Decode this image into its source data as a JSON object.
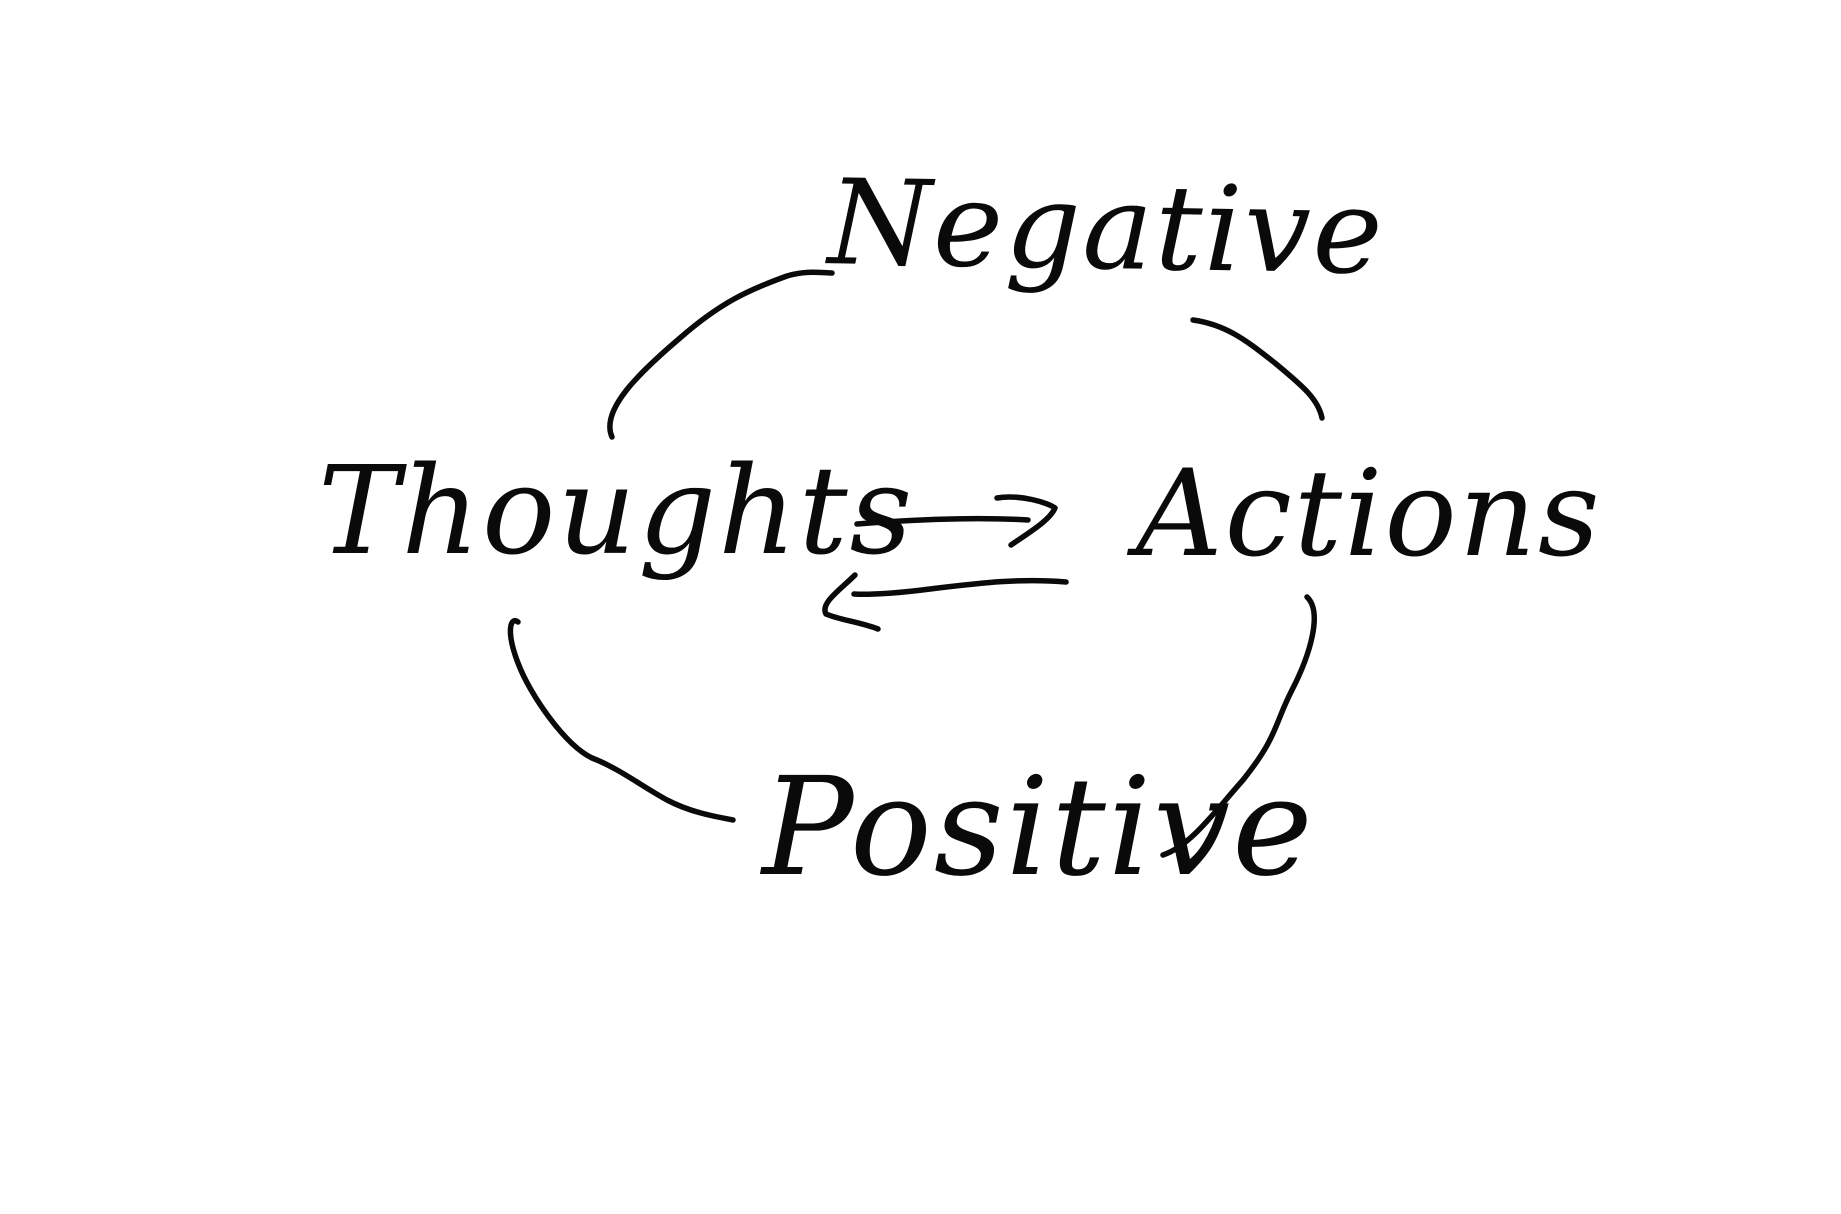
{
  "diagram": {
    "labels": {
      "top": "Negative",
      "left": "Thoughts",
      "right": "Actions",
      "bottom": "Positive"
    },
    "ink_color": "#0a0a0a",
    "background_color": "#ffffff"
  }
}
